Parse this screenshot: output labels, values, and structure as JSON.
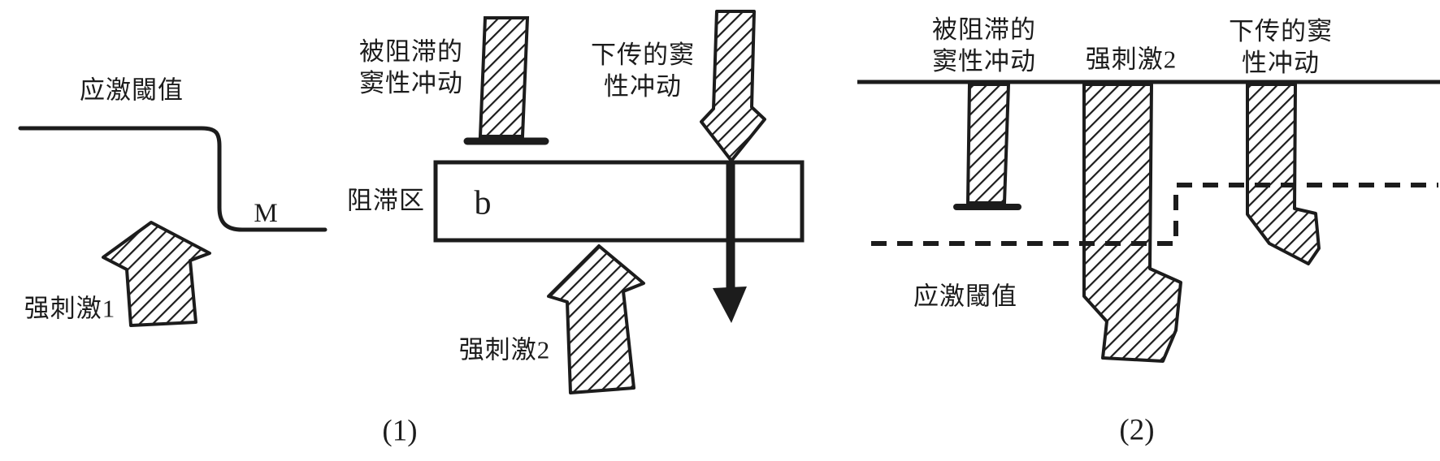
{
  "diagram": {
    "title_implicit": "",
    "colors": {
      "ink": "#1c1c1c",
      "background": "#ffffff"
    },
    "left": {
      "threshold_label": "应激閾值",
      "m_label": "M",
      "stimulus_label": "强刺激1"
    },
    "middle": {
      "blocked_label": "被阻滞的\n窦性冲动",
      "conducted_label": "下传的窦\n性冲动",
      "block_zone_label": "阻滞区",
      "b_label": "b",
      "stimulus_label": "强刺激2",
      "caption": "(1)"
    },
    "right": {
      "blocked_label": "被阻滞的\n窦性冲动",
      "stimulus_label": "强刺激2",
      "conducted_label": "下传的窦\n性冲动",
      "threshold_label": "应激閾值",
      "caption": "(2)"
    }
  }
}
